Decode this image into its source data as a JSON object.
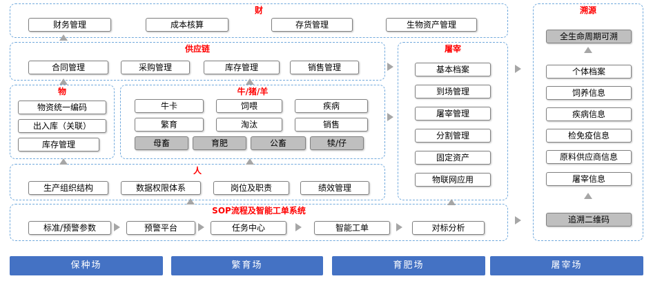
{
  "sections": {
    "finance": {
      "title": "财",
      "items": [
        "财务管理",
        "成本核算",
        "存货管理",
        "生物资产管理"
      ]
    },
    "supply_chain": {
      "title": "供应链",
      "items": [
        "合同管理",
        "采购管理",
        "库存管理",
        "销售管理"
      ]
    },
    "material": {
      "title": "物",
      "items": [
        "物资统一编码",
        "出入库（关联）",
        "库存管理"
      ]
    },
    "livestock": {
      "title": "牛/猪/羊",
      "row1": [
        "牛卡",
        "饲喂",
        "疾病"
      ],
      "row2": [
        "繁育",
        "淘汰",
        "销售"
      ],
      "gray_row": [
        "母畜",
        "育肥",
        "公畜",
        "犊/仔"
      ]
    },
    "people": {
      "title": "人",
      "items": [
        "生产组织结构",
        "数据权限体系",
        "岗位及职责",
        "绩效管理"
      ]
    },
    "sop": {
      "title": "SOP流程及智能工单系统",
      "flow": [
        "标准/预警参数",
        "预警平台",
        "任务中心",
        "智能工单",
        "对标分析"
      ]
    },
    "slaughter": {
      "title": "屠宰",
      "items": [
        "基本档案",
        "到场管理",
        "屠宰管理",
        "分割管理",
        "固定资产",
        "物联网应用"
      ]
    },
    "trace": {
      "title": "溯源",
      "top_item": "全生命周期可溯",
      "items": [
        "个体档案",
        "饲养信息",
        "疾病信息",
        "检免疫信息",
        "原料供应商信息",
        "屠宰信息"
      ],
      "bottom_item": "追溯二维码"
    }
  },
  "bottom_bar": {
    "farms": [
      "保种场",
      "繁育场",
      "育肥场",
      "屠宰场"
    ]
  },
  "icons": {
    "up-arrow": "▲",
    "right-arrow": "▶"
  },
  "colors": {
    "dashed_border": "#6FA8DC",
    "title_red": "#FF0000",
    "node_border": "#7F7F7F",
    "gray_fill": "#BFBFBF",
    "bar_blue": "#4472C4",
    "arrow_gray": "#A6A6A6"
  }
}
